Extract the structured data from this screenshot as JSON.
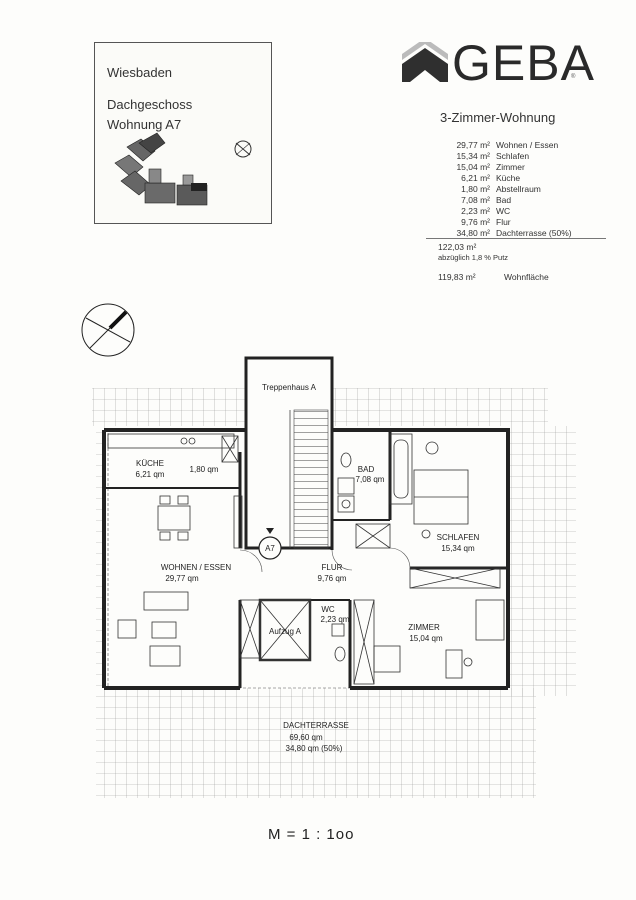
{
  "keyplan": {
    "city": "Wiesbaden",
    "floor": "Dachgeschoss",
    "unit": "Wohnung A7"
  },
  "brand": {
    "name": "GEBA",
    "registered": "®"
  },
  "apartment_type": "3-Zimmer-Wohnung",
  "areas": [
    {
      "value": "29,77 m²",
      "label": "Wohnen / Essen"
    },
    {
      "value": "15,34 m²",
      "label": "Schlafen"
    },
    {
      "value": "15,04 m²",
      "label": "Zimmer"
    },
    {
      "value": "6,21 m²",
      "label": "Küche"
    },
    {
      "value": "1,80 m²",
      "label": "Abstellraum"
    },
    {
      "value": "7,08 m²",
      "label": "Bad"
    },
    {
      "value": "2,23 m²",
      "label": "WC"
    },
    {
      "value": "9,76 m²",
      "label": "Flur"
    },
    {
      "value": "34,80 m²",
      "label": "Dachterrasse (50%)"
    }
  ],
  "total": {
    "gross": "122,03 m²",
    "deduction": "abzüglich 1,8 % Putz",
    "net_value": "119,83 m²",
    "net_label": "Wohnfläche"
  },
  "plan": {
    "stair": "Treppenhaus A",
    "unit_badge": "A7",
    "kitchen_name": "KÜCHE",
    "kitchen_area": "6,21 qm",
    "storage_area": "1,80 qm",
    "bath_name": "BAD",
    "bath_area": "7,08 qm",
    "bed_name": "SCHLAFEN",
    "bed_area": "15,34 qm",
    "living_name": "WOHNEN / ESSEN",
    "living_area": "29,77 qm",
    "hall_name": "FLUR",
    "hall_area": "9,76 qm",
    "wc_name": "WC",
    "wc_area": "2,23 qm",
    "lift": "Aufzug A",
    "room_name": "ZIMMER",
    "room_area": "15,04 qm",
    "terrace_name": "DACHTERRASSE",
    "terrace_area": "69,60 qm",
    "terrace_half": "34,80 qm (50%)"
  },
  "scale": "M = 1 : 1oo",
  "colors": {
    "ink": "#222222",
    "logo": "#2a2a2a",
    "terrace_grid": "#9a9a9a"
  }
}
